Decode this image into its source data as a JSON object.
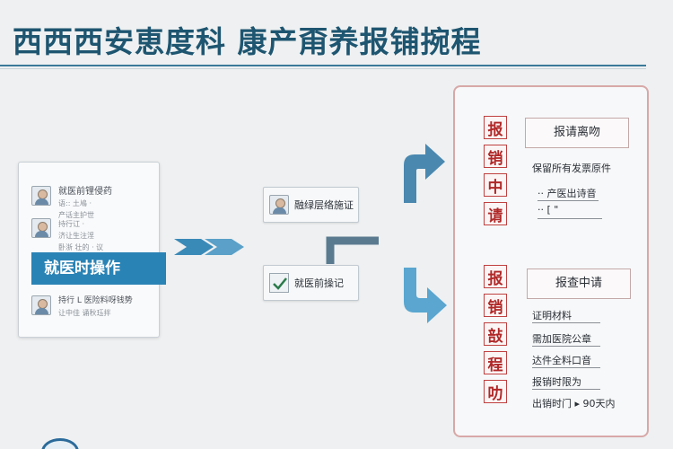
{
  "title": "西西西安恵度科 康产甭养报铺捥程",
  "card": {
    "row1": {
      "line1": "就医前锂侵药",
      "line2": "语:: 土鳰 ·",
      "line3": "产话主护世"
    },
    "row2": {
      "line1": "持行讧 ·",
      "line2": "济让生注淫",
      "line3": "卧浙 壮的 · 议"
    },
    "banner": "就医时操作",
    "row3": {
      "line1": "持行 L 医险料呀钱势",
      "line2": "让中佳 诵秋珏拌"
    }
  },
  "steps": [
    {
      "label": "融绿层络施证"
    },
    {
      "label": "就医前操记"
    }
  ],
  "panel": {
    "column1": [
      "报",
      "销",
      "中",
      "请"
    ],
    "column2": [
      "报",
      "销",
      "㪗",
      "程",
      "叻"
    ],
    "box1": {
      "header": "报请离吻",
      "items": [
        "保留所有发票原件",
        "·· 产医出诗音",
        "·· [ \""
      ]
    },
    "box2": {
      "header": "报查中请",
      "items": [
        "证明材料",
        "需加医院公章",
        "达件全料口音",
        "报销时限为",
        "出销时门 ▸ 90天内"
      ]
    }
  },
  "colors": {
    "title": "#1e5570",
    "accent": "#2a83b5",
    "panel_border": "#d8a8a8",
    "stamp": "#c04040"
  }
}
